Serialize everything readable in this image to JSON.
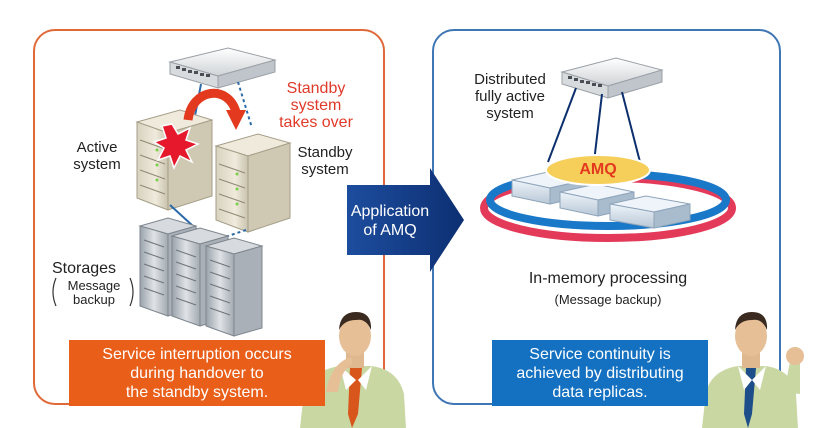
{
  "left": {
    "standby_takes_over": [
      "Standby",
      "system",
      "takes over"
    ],
    "active_system": [
      "Active",
      "system"
    ],
    "standby_system": [
      "Standby",
      "system"
    ],
    "storages": "Storages",
    "message_backup": [
      "Message",
      "backup"
    ],
    "banner": [
      "Service interruption occurs",
      "during handover to",
      "the standby system."
    ]
  },
  "center": {
    "arrow_text": [
      "Application",
      "of AMQ"
    ]
  },
  "right": {
    "distributed_system": [
      "Distributed",
      "fully active",
      "system"
    ],
    "amq_label": "AMQ",
    "in_memory": "In-memory processing",
    "message_backup": "(Message backup)",
    "banner": [
      "Service continuity is",
      "achieved by distributing",
      "data replicas."
    ]
  },
  "colors": {
    "left_border": "#e0693a",
    "right_border": "#3f76b4",
    "left_banner": "#e95e18",
    "right_banner": "#1471c1",
    "arrow": "#123f8f",
    "amq_oval": "#f5cf5a",
    "ring_red": "#e33a5a",
    "ring_blue": "#1a78c8"
  }
}
